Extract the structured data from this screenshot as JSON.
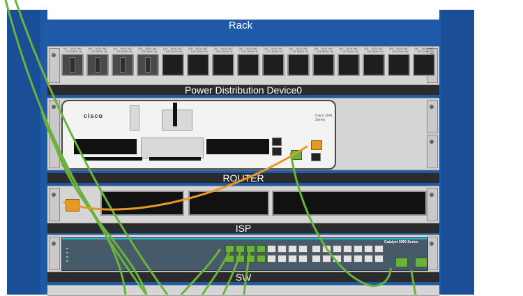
{
  "rack": {
    "title": "Rack"
  },
  "devices": {
    "pdu": {
      "label": "Power Distribution Device0",
      "outlet_text": "100 - 240V VAC ~ 12A 50/60 Hz"
    },
    "router": {
      "label": "ROUTER",
      "brand": "cisco",
      "model": "Cisco 1941 Series"
    },
    "isp": {
      "label": "ISP"
    },
    "switch": {
      "label": "SW",
      "model": "Catalyst 2960 Series"
    }
  },
  "colors": {
    "rack_blue": "#1f5aa6",
    "label_band": "#2b2b2b",
    "cable_green": "#6ab23d",
    "cable_orange": "#e79a23",
    "switch_teal": "#2fb3c8"
  }
}
